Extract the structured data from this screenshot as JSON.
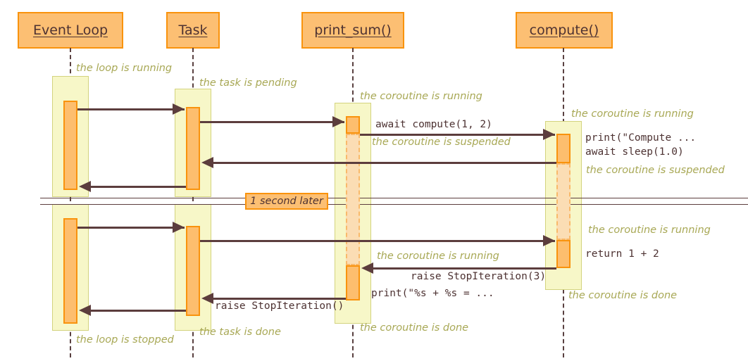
{
  "diagram": {
    "type": "sequence-diagram",
    "title": "asyncio event loop coroutine sequence",
    "colors": {
      "participant_fill": "#FCBF73",
      "participant_border": "#F9930D",
      "activation_fill": "#FDBE6E",
      "activation_border": "#F9930D",
      "activation_suspended_fill": "#FBDDB4",
      "state_note_fill": "#F7F7C8",
      "state_note_border": "#D3D37E",
      "note_text": "#A8A855",
      "code_text": "#4D3232",
      "arrow": "#5C3D3D",
      "background": "#FFFFFF"
    }
  },
  "participants": [
    {
      "id": "event_loop",
      "label": "Event Loop"
    },
    {
      "id": "task",
      "label": "Task"
    },
    {
      "id": "print_sum",
      "label": "print_sum()"
    },
    {
      "id": "compute",
      "label": "compute()"
    }
  ],
  "state_notes": [
    {
      "id": "n1",
      "participant": "event_loop",
      "text": "the loop is running"
    },
    {
      "id": "n2",
      "participant": "task",
      "text": "the task is pending"
    },
    {
      "id": "n3",
      "participant": "print_sum",
      "text": "the coroutine is running"
    },
    {
      "id": "n4",
      "participant": "compute",
      "text": "the coroutine is running"
    },
    {
      "id": "n5",
      "participant": "print_sum",
      "text": "the coroutine is suspended"
    },
    {
      "id": "n6",
      "participant": "compute",
      "text": "the coroutine is suspended"
    },
    {
      "id": "n7",
      "participant": "compute",
      "text": "the coroutine is running"
    },
    {
      "id": "n8",
      "participant": "print_sum",
      "text": "the coroutine is running"
    },
    {
      "id": "n9",
      "participant": "compute",
      "text": "the coroutine is done"
    },
    {
      "id": "n10",
      "participant": "task",
      "text": "the task is done"
    },
    {
      "id": "n11",
      "participant": "print_sum",
      "text": "the coroutine is done"
    },
    {
      "id": "n12",
      "participant": "event_loop",
      "text": "the loop is stopped"
    }
  ],
  "messages": [
    {
      "id": "m1",
      "from": "event_loop",
      "to": "task",
      "direction": "right",
      "label": ""
    },
    {
      "id": "m2",
      "from": "task",
      "to": "print_sum",
      "direction": "right",
      "label": ""
    },
    {
      "id": "m3",
      "from": "print_sum",
      "to": "compute",
      "direction": "right",
      "label": "await compute(1, 2)"
    },
    {
      "id": "m4",
      "from": "compute",
      "to": "task",
      "direction": "left",
      "label": ""
    },
    {
      "id": "m5",
      "from": "task",
      "to": "event_loop",
      "direction": "left",
      "label": ""
    },
    {
      "id": "m6",
      "from": "event_loop",
      "to": "task",
      "direction": "right",
      "label": ""
    },
    {
      "id": "m7",
      "from": "task",
      "to": "compute",
      "direction": "right",
      "label": ""
    },
    {
      "id": "m8",
      "from": "compute",
      "to": "print_sum",
      "direction": "left",
      "label": "raise StopIteration(3)"
    },
    {
      "id": "m9",
      "from": "print_sum",
      "to": "task",
      "direction": "left",
      "label": "raise StopIteration()"
    },
    {
      "id": "m10",
      "from": "task",
      "to": "event_loop",
      "direction": "left",
      "label": ""
    }
  ],
  "code_labels": [
    {
      "id": "c1",
      "text": "await compute(1, 2)"
    },
    {
      "id": "c2",
      "text": "print(\"Compute ..."
    },
    {
      "id": "c3",
      "text": "await sleep(1.0)"
    },
    {
      "id": "c4",
      "text": "return 1 + 2"
    },
    {
      "id": "c5",
      "text": "raise StopIteration(3)"
    },
    {
      "id": "c6",
      "text": "print(\"%s + %s = ..."
    },
    {
      "id": "c7",
      "text": "raise StopIteration()"
    }
  ],
  "delay_divider": {
    "label": "1 second later"
  }
}
